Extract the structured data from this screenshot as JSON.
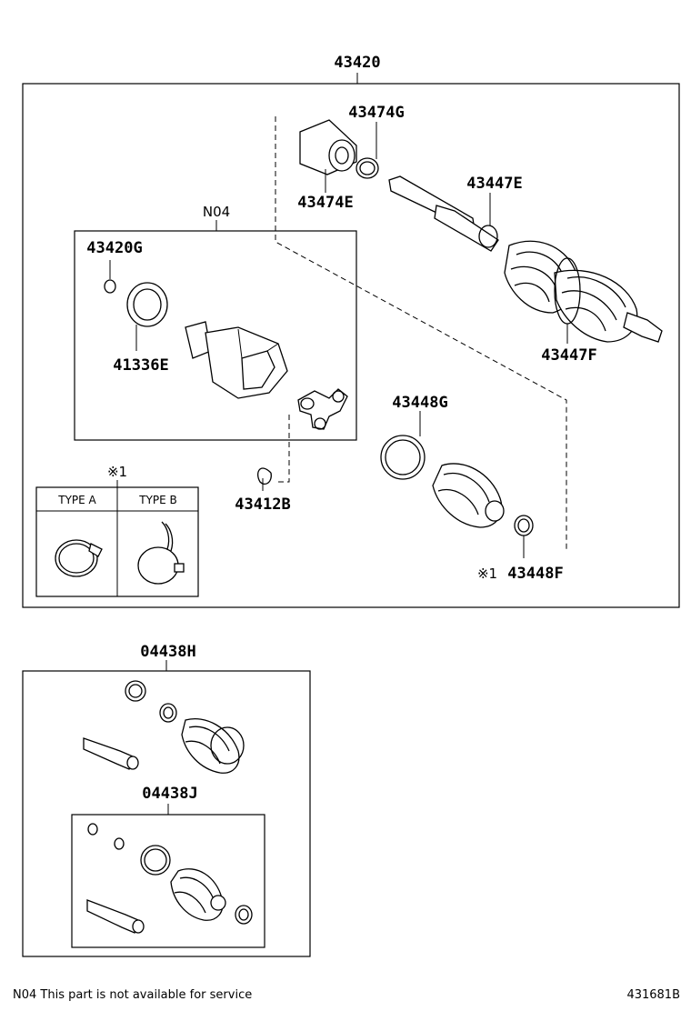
{
  "labels": {
    "assembly": "43420",
    "boot_clamp_outer": "43474G",
    "damper": "43474E",
    "outer_shaft": "43447E",
    "outer_boot_band": "43447F",
    "kit_frame": "N04",
    "snap_ring_small": "43420G",
    "boot_clamp_ring": "41336E",
    "large_band": "43448G",
    "snap_ring": "43412B",
    "small_band": "43448F",
    "small_band_note_mark": "※1",
    "note_mark": "※1",
    "type_a": "TYPE A",
    "type_b": "TYPE B",
    "boot_kit_outer": "04438H",
    "boot_kit_inner": "04438J"
  },
  "footer": {
    "note": "N04 This part is not available for service",
    "diagram_id": "431681B"
  },
  "colors": {
    "line": "#000000",
    "background": "#ffffff"
  }
}
